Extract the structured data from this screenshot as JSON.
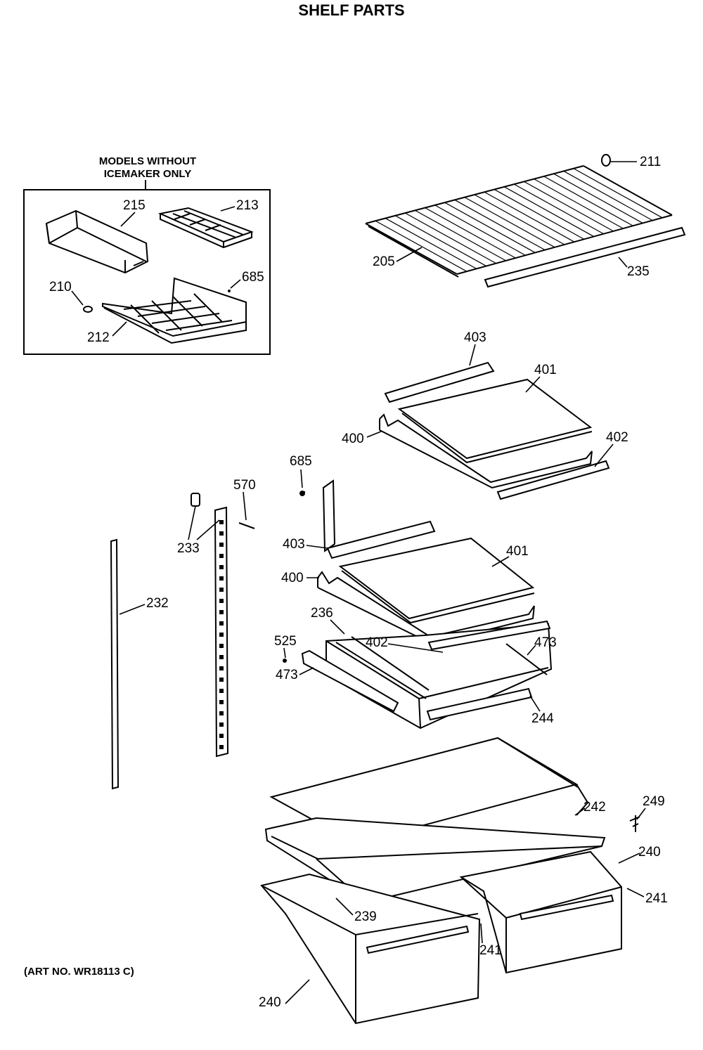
{
  "title": "SHELF PARTS",
  "inset_header": [
    "MODELS WITHOUT",
    "ICEMAKER ONLY"
  ],
  "art_number": "(ART NO. WR18113 C)",
  "part_labels": {
    "p211": "211",
    "p205": "205",
    "p235": "235",
    "p215": "215",
    "p213": "213",
    "p685a": "685",
    "p210": "210",
    "p212": "212",
    "p403a": "403",
    "p401a": "401",
    "p400a": "400",
    "p402a": "402",
    "p685b": "685",
    "p570": "570",
    "p233": "233",
    "p232": "232",
    "p403b": "403",
    "p401b": "401",
    "p400b": "400",
    "p236": "236",
    "p525": "525",
    "p402b": "402",
    "p473a": "473",
    "p473b": "473",
    "p244": "244",
    "p242": "242",
    "p249": "249",
    "p240a": "240",
    "p241a": "241",
    "p239": "239",
    "p241b": "241",
    "p240b": "240"
  }
}
